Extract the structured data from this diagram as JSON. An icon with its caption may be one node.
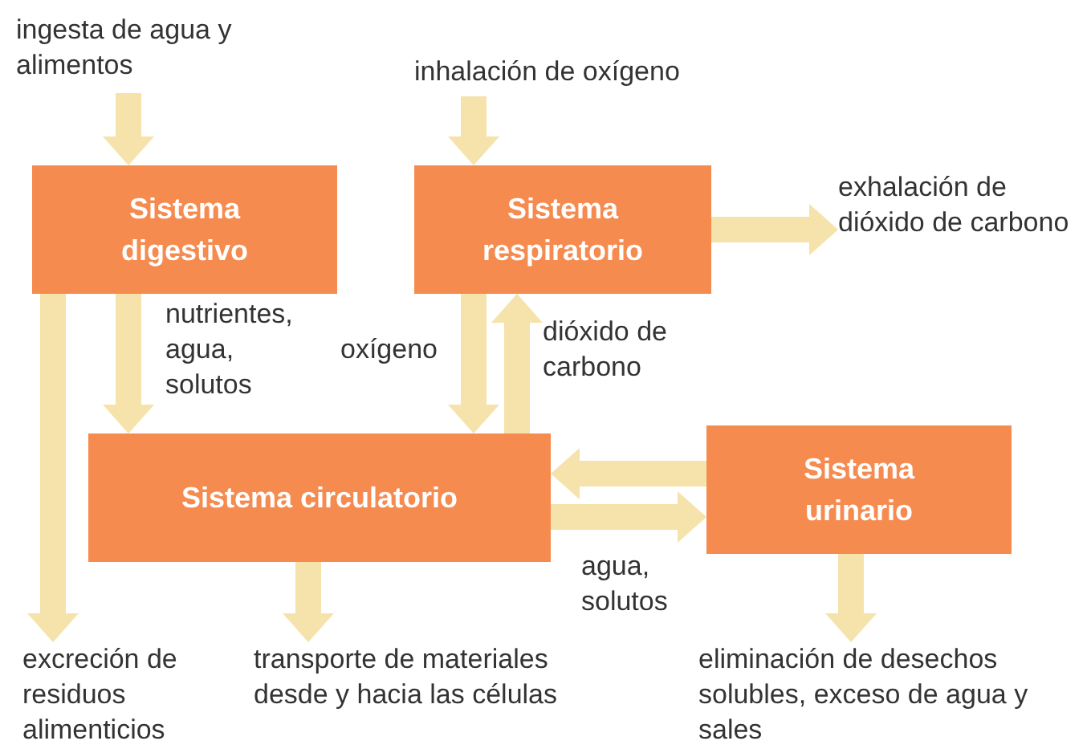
{
  "diagram": {
    "nodes": [
      {
        "text": [
          "ingesta de agua y alimentos"
        ]
      },
      {
        "text": [
          "inhalación de oxígeno"
        ]
      },
      {
        "text": [
          "Sistema digestivo"
        ]
      },
      {
        "text": [
          "Sistema respiratorio"
        ]
      },
      {
        "text": [
          "exhalación de dióxido de carbono"
        ]
      },
      {
        "text": [
          "Sistema circulatorio"
        ]
      },
      {
        "text": [
          "Sistema urinario"
        ]
      },
      {
        "text": [
          "excreción de residuos alimenticios"
        ]
      },
      {
        "text": [
          "transporte de materiales desde y hacia las células"
        ]
      },
      {
        "text": [
          "eliminación de desechos solubles, exceso de agua y sales"
        ]
      }
    ],
    "edges": [
      {
        "from": 0,
        "to": 2,
        "arrow": "to"
      },
      {
        "from": 1,
        "to": 3,
        "arrow": "to"
      },
      {
        "from": 3,
        "to": 4,
        "arrow": "to"
      },
      {
        "from": 2,
        "to": 5,
        "arrow": "to",
        "label": "nutrientes, agua, solutos"
      },
      {
        "from": 3,
        "to": 5,
        "arrow": "to",
        "label": "oxígeno"
      },
      {
        "from": 5,
        "to": 3,
        "arrow": "to",
        "label": "dióxido de carbono"
      },
      {
        "from": 6,
        "to": 5,
        "arrow": "to"
      },
      {
        "from": 5,
        "to": 6,
        "arrow": "to",
        "label": "agua, solutos"
      },
      {
        "from": 2,
        "to": 7,
        "arrow": "to"
      },
      {
        "from": 5,
        "to": 8,
        "arrow": "to"
      },
      {
        "from": 6,
        "to": 9,
        "arrow": "to"
      }
    ]
  }
}
